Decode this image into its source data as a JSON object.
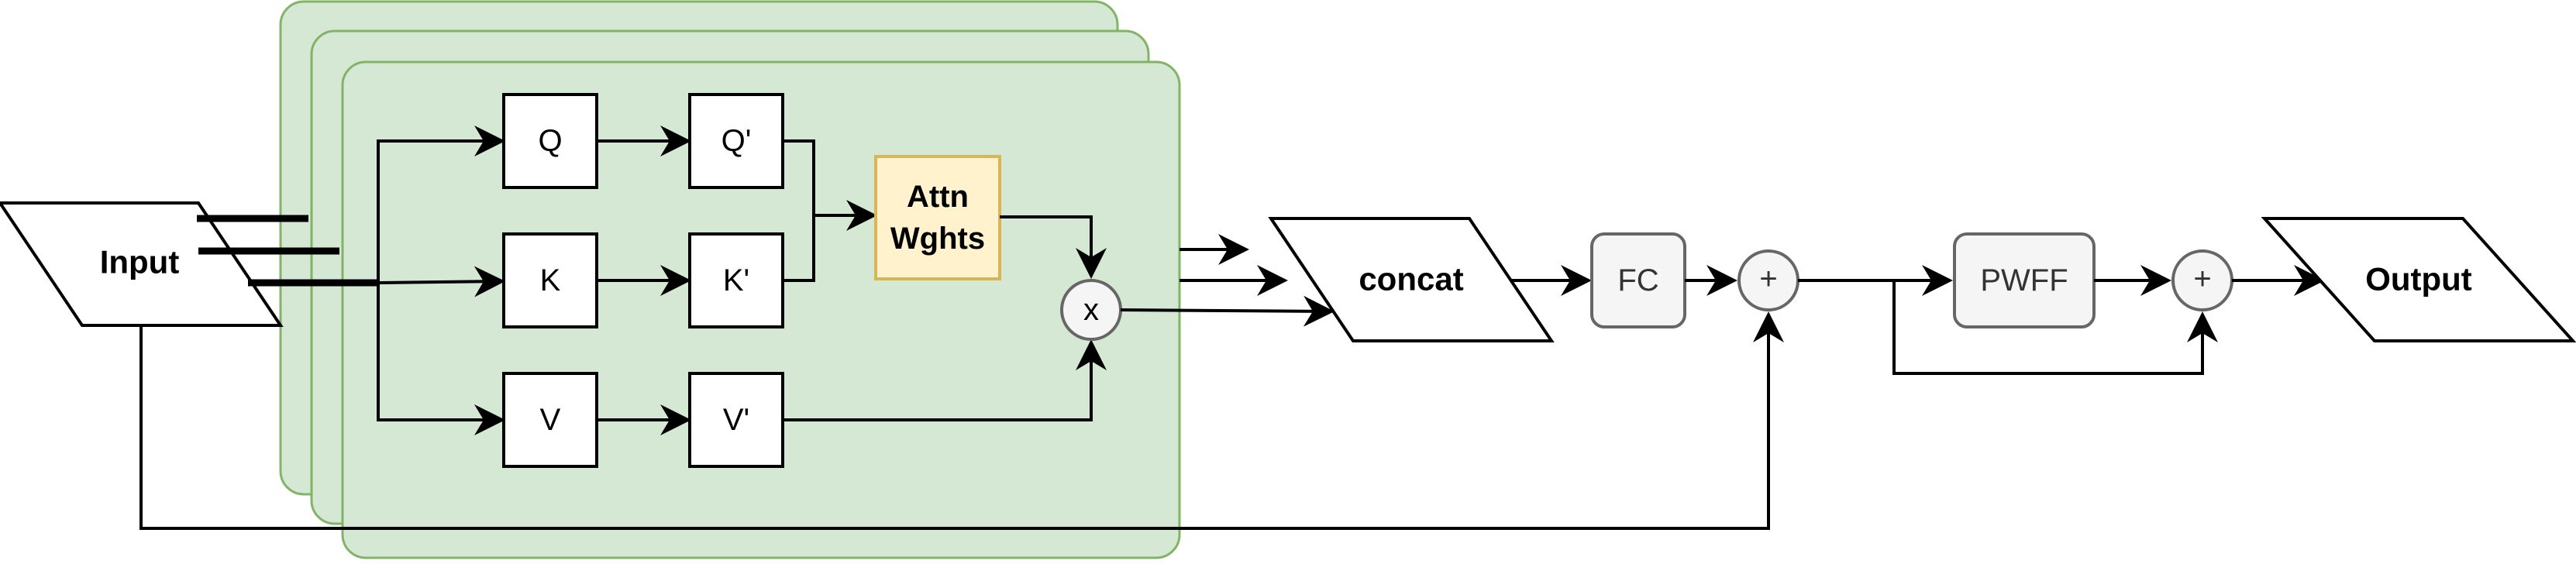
{
  "colors": {
    "head_fill": "#d5e8d4",
    "head_stroke": "#82b366",
    "attn_fill": "#fff2cc",
    "attn_stroke": "#d6b656",
    "gray_fill": "#f5f5f5",
    "gray_stroke": "#666666",
    "text_gray": "#333333",
    "line": "#000000"
  },
  "input": {
    "label": "Input"
  },
  "qkv": {
    "q": "Q",
    "k": "K",
    "v": "V",
    "q_proj": "Q'",
    "k_proj": "K'",
    "v_proj": "V'"
  },
  "attn": {
    "line1": "Attn",
    "line2": "Wghts"
  },
  "multiply": {
    "symbol": "x"
  },
  "concat": {
    "label": "concat"
  },
  "fc": {
    "label": "FC"
  },
  "add1": {
    "symbol": "+"
  },
  "pwff": {
    "label": "PWFF"
  },
  "add2": {
    "symbol": "+"
  },
  "output": {
    "label": "Output"
  }
}
